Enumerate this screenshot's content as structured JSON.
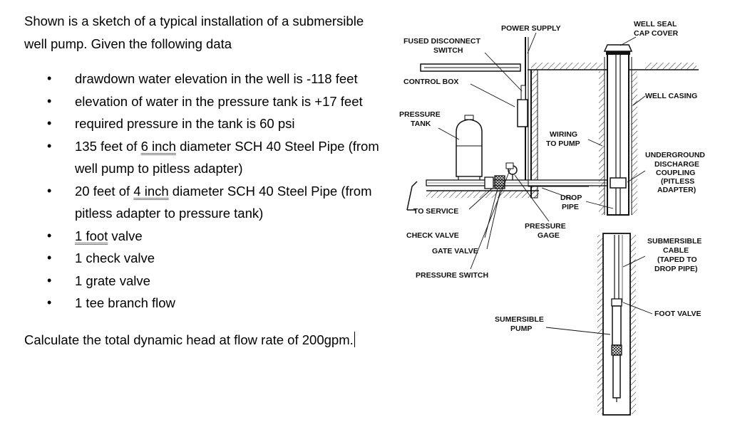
{
  "intro": "Shown is a sketch of a typical installation of a submersible well pump.   Given the following data",
  "bullets": [
    {
      "pre": "drawdown water elevation in the well is -118 feet",
      "u": "",
      "post": ""
    },
    {
      "pre": "elevation of water in the pressure tank is +17 feet",
      "u": "",
      "post": ""
    },
    {
      "pre": "required pressure in the tank is 60 psi",
      "u": "",
      "post": ""
    },
    {
      "pre": "135 feet of ",
      "u": "6 inch",
      "post": " diameter SCH 40 Steel Pipe (from well pump to pitless adapter)"
    },
    {
      "pre": "20 feet of ",
      "u": "4 inch",
      "post": " diameter SCH 40 Steel Pipe (from pitless adapter to pressure tank)"
    },
    {
      "pre": "",
      "u": "1 foot",
      "post": " valve"
    },
    {
      "pre": "1 check valve",
      "u": "",
      "post": ""
    },
    {
      "pre": "1 grate valve",
      "u": "",
      "post": ""
    },
    {
      "pre": "1 tee branch flow",
      "u": "",
      "post": ""
    }
  ],
  "question": "Calculate the total dynamic head at flow rate of 200gpm.",
  "diagram": {
    "labels": {
      "power_supply": "POWER SUPPLY",
      "well_seal_1": "WELL SEAL",
      "well_seal_2": "CAP COVER",
      "fused_1": "FUSED DISCONNECT",
      "fused_2": "SWITCH",
      "control_box": "CONTROL BOX",
      "well_casing": "WELL CASING",
      "pressure_tank_1": "PRESSURE",
      "pressure_tank_2": "TANK",
      "wiring_1": "WIRING",
      "wiring_2": "TO PUMP",
      "ud_1": "UNDERGROUND",
      "ud_2": "DISCHARGE",
      "ud_3": "COUPLING",
      "ud_4": "(PITLESS",
      "ud_5": "ADAPTER)",
      "drop_1": "DROP",
      "drop_2": "PIPE",
      "to_service": "TO SERVICE",
      "gage_1": "PRESSURE",
      "gage_2": "GAGE",
      "check_valve": "CHECK VALVE",
      "gate_valve": "GATE VALVE",
      "sub_1": "SUBMERSIBLE",
      "sub_2": "CABLE",
      "sub_3": "(TAPED TO",
      "sub_4": "DROP PIPE)",
      "pressure_switch": "PRESSURE SWITCH",
      "foot_valve": "FOOT VALVE",
      "pump_1": "SUMERSIBLE",
      "pump_2": "PUMP"
    }
  }
}
